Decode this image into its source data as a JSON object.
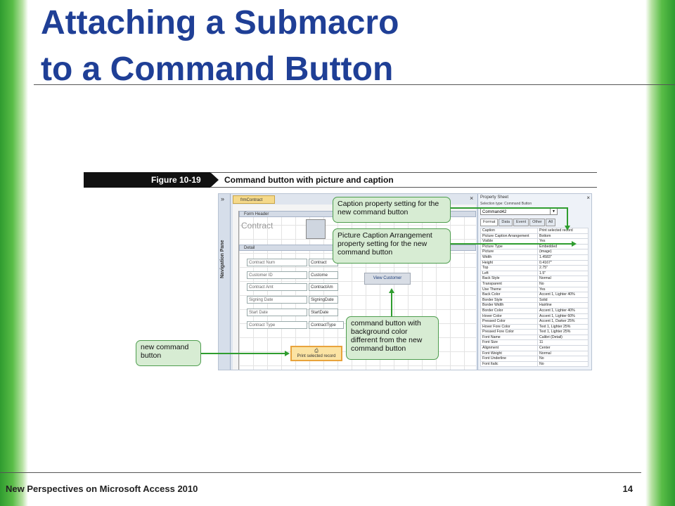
{
  "slide": {
    "title_line1": "Attaching a Submacro",
    "title_line2": "to a Command Button",
    "footer": "New Perspectives on Microsoft Access 2010",
    "page_number": "14"
  },
  "figure": {
    "number": "Figure 10-19",
    "caption": "Command button with picture and caption"
  },
  "screenshot": {
    "nav_chevron": "»",
    "nav_pane_label": "Navigation Pane",
    "tab_label": "frmContract",
    "close_glyph": "×",
    "form_header_label": "Form Header",
    "form_title": "Contract",
    "detail_label": "Detail",
    "fields": [
      {
        "label": "Contract Num",
        "field": "Contract"
      },
      {
        "label": "Customer ID",
        "field": "Custome"
      },
      {
        "label": "Contract Amt",
        "field": "ContractAm"
      },
      {
        "label": "Signing Date",
        "field": "SigningDate"
      },
      {
        "label": "Start Date",
        "field": "StartDate"
      },
      {
        "label": "Contract Type",
        "field": "ContractType"
      }
    ],
    "view_customer_button": "View Customer",
    "print_button": "Print selected record"
  },
  "property_sheet": {
    "title": "Property Sheet",
    "selection_type": "Selection type:  Command Button",
    "combo_value": "Command42",
    "tabs": [
      "Format",
      "Data",
      "Event",
      "Other",
      "All"
    ],
    "active_tab": "Format",
    "properties": [
      [
        "Caption",
        "Print selected record"
      ],
      [
        "Picture Caption Arrangement",
        "Bottom"
      ],
      [
        "Visible",
        "Yes"
      ],
      [
        "Picture Type",
        "Embedded"
      ],
      [
        "Picture",
        "(image)"
      ],
      [
        "Width",
        "1.4583\""
      ],
      [
        "Height",
        "0.4167\""
      ],
      [
        "Top",
        "2.75\""
      ],
      [
        "Left",
        "1.5\""
      ],
      [
        "Back Style",
        "Normal"
      ],
      [
        "Transparent",
        "No"
      ],
      [
        "Use Theme",
        "Yes"
      ],
      [
        "Back Color",
        "Accent 1, Lighter 40%"
      ],
      [
        "Border Style",
        "Solid"
      ],
      [
        "Border Width",
        "Hairline"
      ],
      [
        "Border Color",
        "Accent 1, Lighter 40%"
      ],
      [
        "Hover Color",
        "Accent 1, Lighter 60%"
      ],
      [
        "Pressed Color",
        "Accent 1, Darker 25%"
      ],
      [
        "Hover Fore Color",
        "Text 1, Lighter 25%"
      ],
      [
        "Pressed Fore Color",
        "Text 1, Lighter 25%"
      ],
      [
        "Font Name",
        "Calibri (Detail)"
      ],
      [
        "Font Size",
        "11"
      ],
      [
        "Alignment",
        "Center"
      ],
      [
        "Font Weight",
        "Normal"
      ],
      [
        "Font Underline",
        "No"
      ],
      [
        "Font Italic",
        "No"
      ]
    ]
  },
  "callouts": {
    "caption_property": "Caption property setting for the new command button",
    "picture_caption_arrangement": "Picture Caption Arrangement property setting for the new command button",
    "background_color": "command button with background color different from the new command button",
    "new_command_button": "new command button"
  },
  "colors": {
    "title": "#1f3f96",
    "callout_fill": "#d7ecd3",
    "callout_border": "#4e9d4e",
    "connector": "#2f9d2f",
    "side_green": "#2f9b2f"
  }
}
